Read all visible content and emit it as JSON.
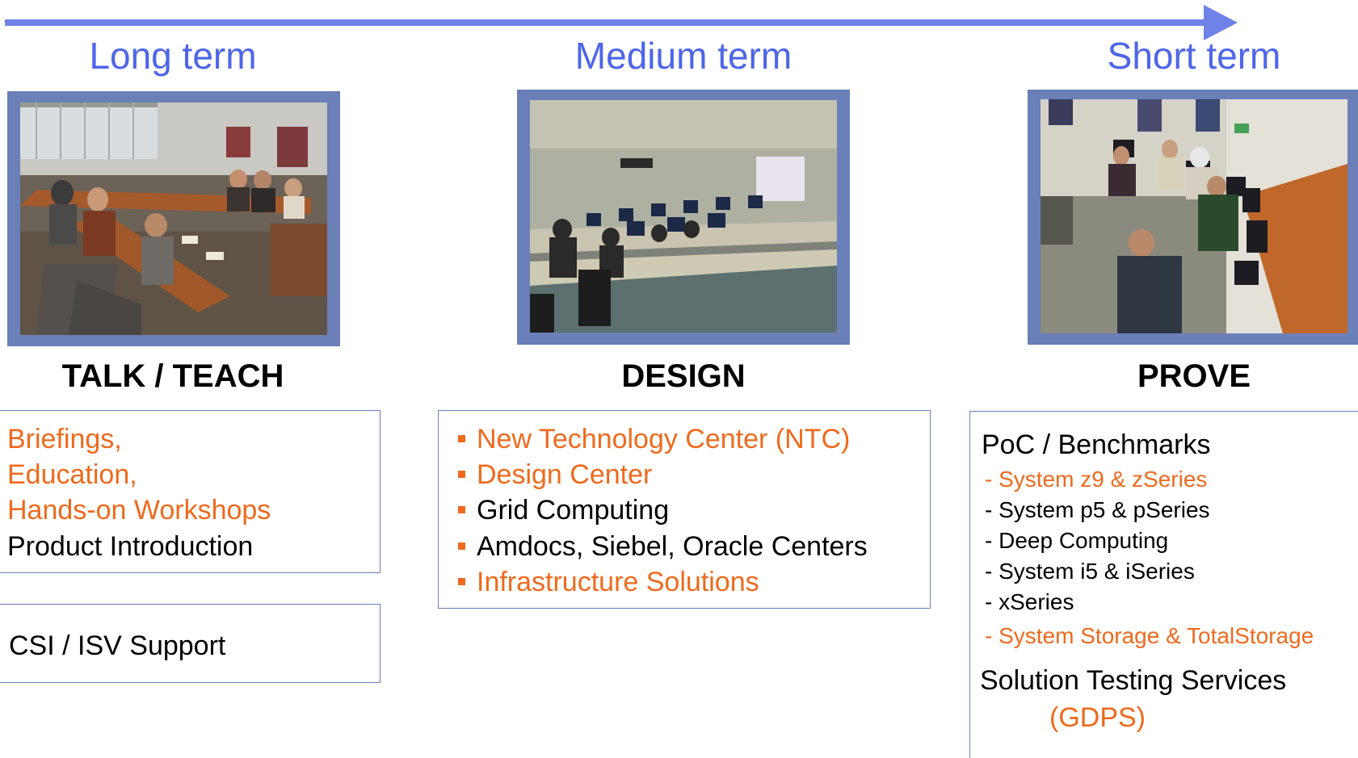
{
  "timeline": {
    "terms": [
      "Long term",
      "Medium term",
      "Short term"
    ],
    "arrow_color": "#6f82e8"
  },
  "columns": [
    {
      "title": "TALK / TEACH"
    },
    {
      "title": "DESIGN"
    },
    {
      "title": "PROVE"
    }
  ],
  "talk_teach": {
    "box1": [
      "Briefings,",
      "Education,",
      "Hands-on Workshops",
      "Product Introduction"
    ],
    "box2": [
      "CSI / ISV Support"
    ]
  },
  "design": {
    "items": [
      "New Technology Center (NTC)",
      "Design Center",
      "Grid Computing",
      "Amdocs, Siebel, Oracle Centers",
      "Infrastructure Solutions"
    ]
  },
  "prove": {
    "heading": "PoC / Benchmarks",
    "items": [
      "- System z9 & zSeries",
      "- System p5 & pSeries",
      "- Deep Computing",
      "- System i5 & iSeries",
      "- xSeries",
      "- System Storage & TotalStorage"
    ],
    "solution": "Solution Testing Services",
    "gdps": "(GDPS)"
  },
  "colors": {
    "highlight": "#ee6a1c",
    "frame": "#6b7fb8",
    "term": "#4d66e8"
  }
}
